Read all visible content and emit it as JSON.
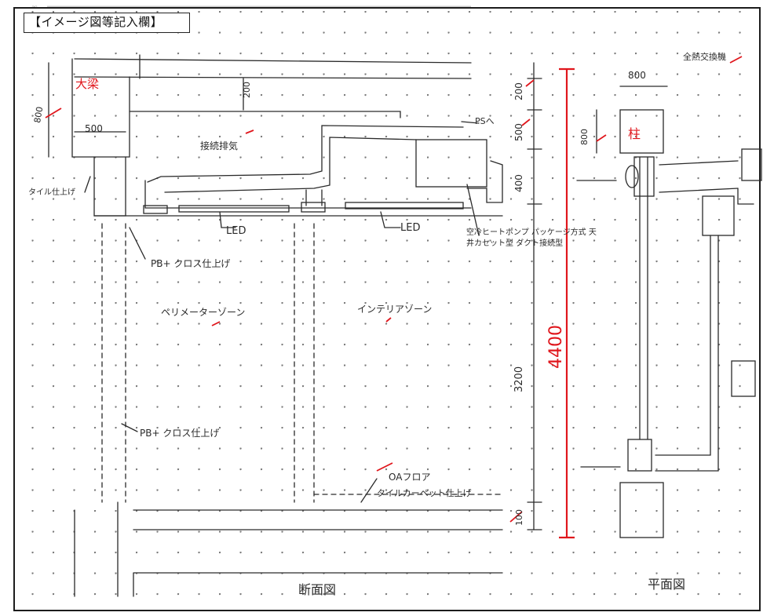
{
  "header": {
    "title": "【イメージ図等記入欄】"
  },
  "section_labels": {
    "section_view": "断面図",
    "plan_view": "平面図"
  },
  "handwritten_labels": {
    "ceiling_beam": "大梁",
    "beam_height": "800",
    "beam_width": "500",
    "above_ceiling": "200",
    "diffuser": "接続排気",
    "to_ps": "PSへ",
    "tile_finish": "タイル仕上げ",
    "led_1": "LED",
    "led_2": "LED",
    "pb_cloth_1": "PB+ クロス仕上げ",
    "pb_cloth_2": "PB+ クロス仕上げ",
    "perimeter_zone": "ペリメーターゾーン",
    "interior_zone": "インテリアゾーン",
    "package_note": "空冷ヒートポンプ パッケージ方式 天井カセット型 ダクト接続型",
    "oa_floor": "OAフロア",
    "tile_carpet": "タイルカーペット仕上げ",
    "dim_200": "200",
    "dim_500": "500",
    "dim_400": "400",
    "dim_3200": "3200",
    "dim_100": "100",
    "dim_4400": "4400",
    "dim_800_top": "800",
    "dim_800_left": "800",
    "column": "柱",
    "outer_air": "全熱交換機"
  },
  "colors": {
    "ink": "#2a2a2a",
    "red": "#e0161c",
    "grid_dot": "#7a7a7a",
    "frame": "#1c1c1c"
  }
}
